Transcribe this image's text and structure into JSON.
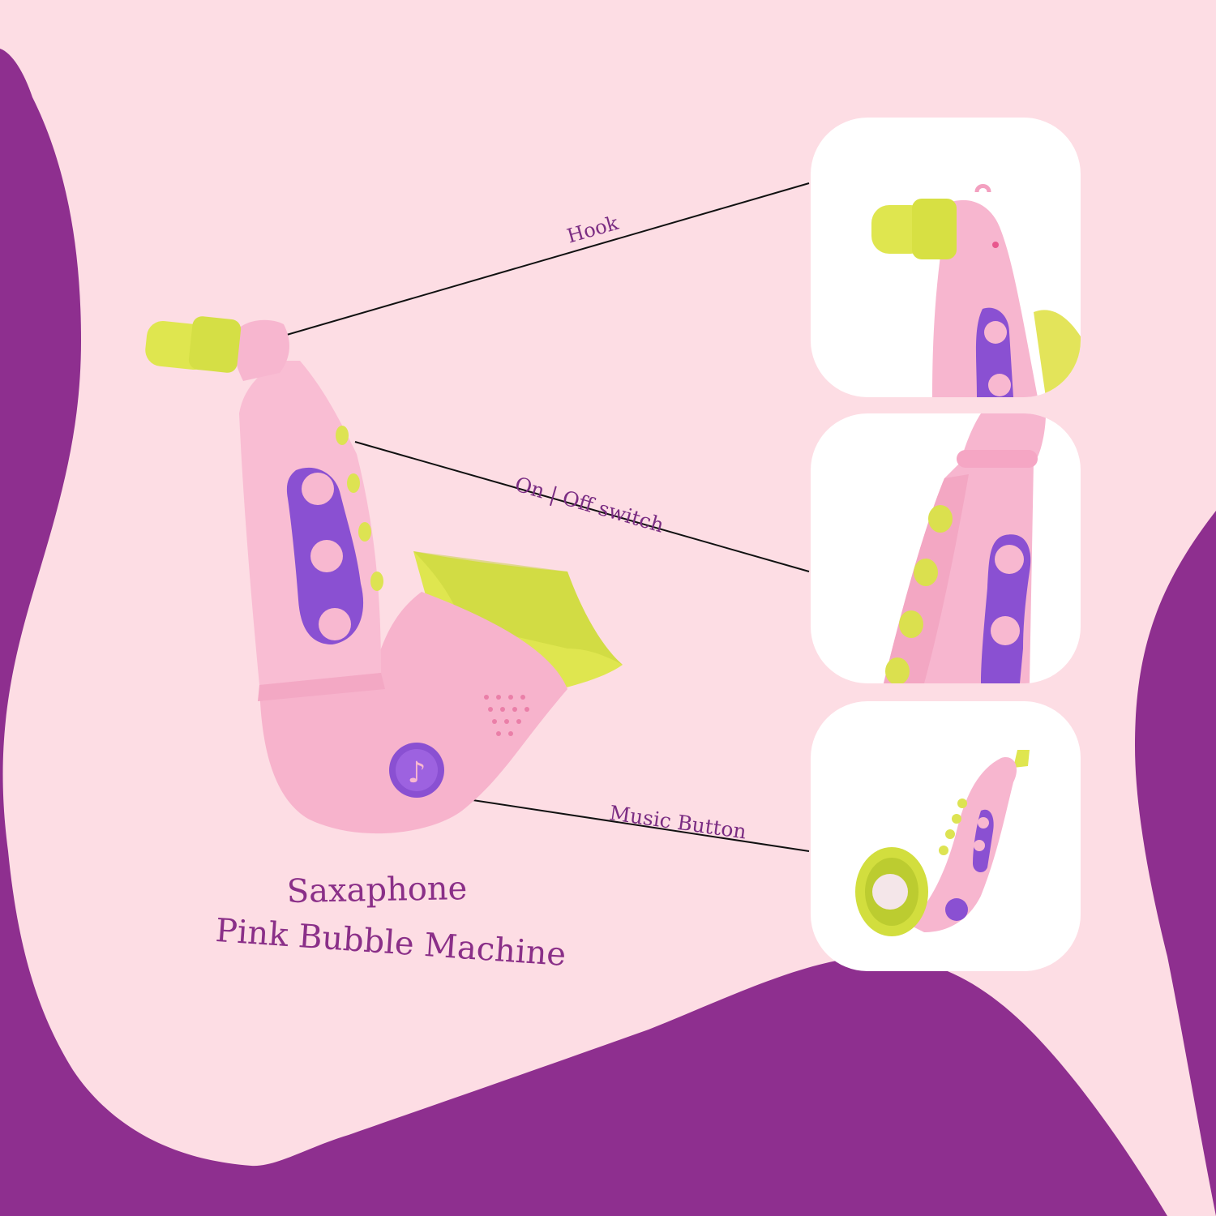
{
  "colors": {
    "frame_purple": "#8e2f8f",
    "background_pink": "#fddde4",
    "text_purple": "#7b2d83",
    "toy_pink": "#f7b6cf",
    "toy_purple": "#8b4fd0",
    "toy_yellow": "#d7e34a",
    "panel_white": "#ffffff"
  },
  "product": {
    "title_line1": "Saxaphone",
    "title_line2": "Pink Bubble Machine"
  },
  "callouts": [
    {
      "label": "Hook",
      "target_panel": "hook-closeup"
    },
    {
      "label": "On | Off switch",
      "target_panel": "switch-closeup"
    },
    {
      "label": "Music Button",
      "target_panel": "full-view"
    }
  ],
  "panels": [
    {
      "name": "hook-closeup"
    },
    {
      "name": "switch-closeup"
    },
    {
      "name": "full-view"
    }
  ]
}
